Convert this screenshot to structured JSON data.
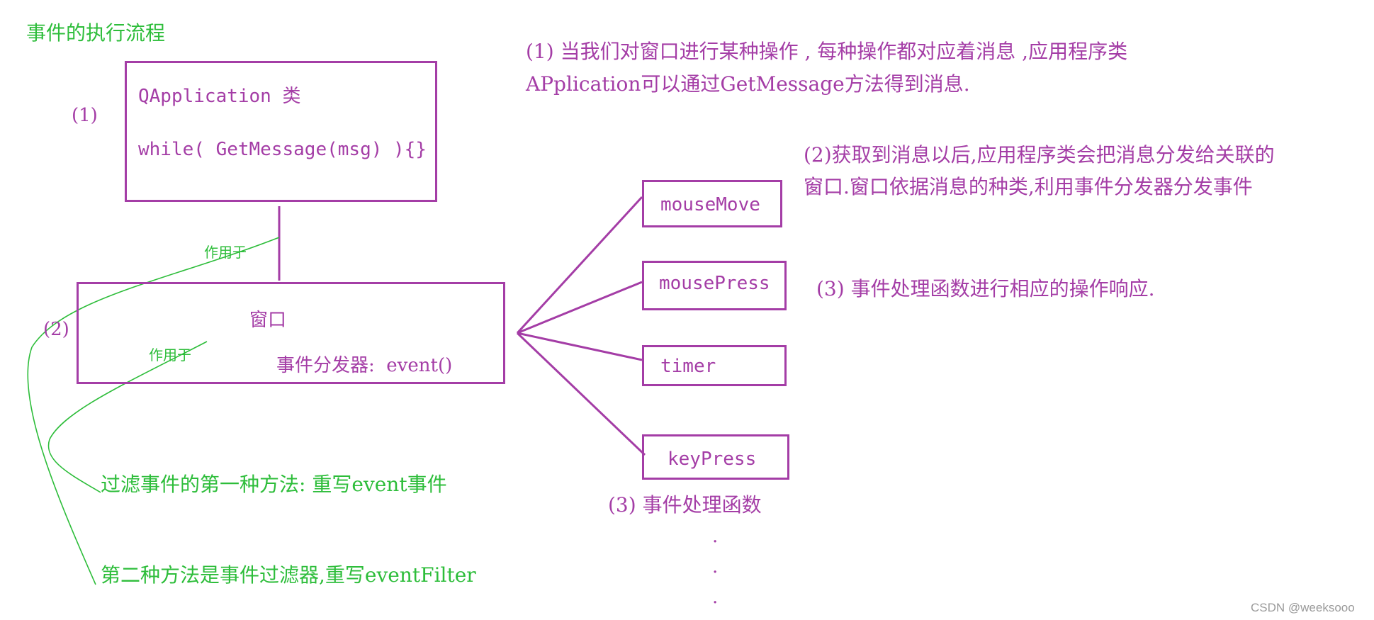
{
  "title": "事件的执行流程",
  "app_box": {
    "step": "(1)",
    "class_line": "QApplication 类",
    "loop_line": "while( GetMessage(msg) ){}"
  },
  "window_box": {
    "step": "(2)",
    "title": "窗口",
    "dispatcher": "事件分发器:  event()"
  },
  "handlers": [
    "mouseMove",
    "mousePress",
    "timer",
    "keyPress"
  ],
  "handlers_caption": "(3) 事件处理函数",
  "ellipsis": ".",
  "acts_on_1": "作用于",
  "acts_on_2": "作用于",
  "notes": {
    "step1_line1": "(1) 当我们对窗口进行某种操作 , 每种操作都对应着消息 ,应用程序类",
    "step1_line2": "APplication可以通过GetMessage方法得到消息.",
    "step2_line1": "(2)获取到消息以后,应用程序类会把消息分发给关联的",
    "step2_line2": "窗口.窗口依据消息的种类,利用事件分发器分发事件",
    "step3": "(3) 事件处理函数进行相应的操作响应."
  },
  "filter_method_1": "过滤事件的第一种方法: 重写event事件",
  "filter_method_2": "第二种方法是事件过滤器,重写eventFilter",
  "watermark": "CSDN @weeksooo",
  "colors": {
    "purple": "#a43da6",
    "green": "#2dbd3a"
  }
}
